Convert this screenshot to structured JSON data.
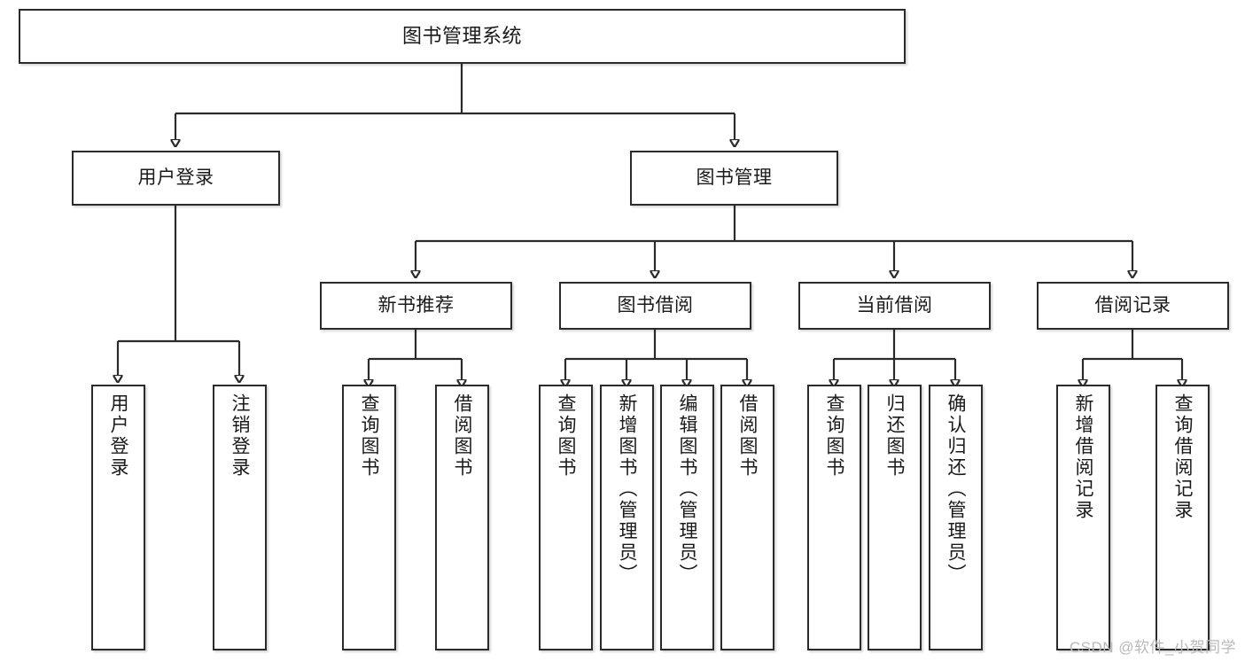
{
  "diagram": {
    "kind": "tree-hierarchy-diagram",
    "title_text": "图书管理系统",
    "colors": {
      "box_border": "#2b2b2b",
      "box_fill": "#ffffff",
      "connector": "#2b2b2b",
      "text": "#1a1a1a",
      "watermark": "#b9b9b9",
      "background": "#ffffff"
    },
    "levels": {
      "root": {
        "label": "图书管理系统"
      },
      "level2": [
        {
          "label": "用户登录"
        },
        {
          "label": "图书管理"
        }
      ],
      "level3": [
        {
          "label": "新书推荐"
        },
        {
          "label": "图书借阅"
        },
        {
          "label": "当前借阅"
        },
        {
          "label": "借阅记录"
        }
      ],
      "leaves": {
        "user_login": [
          {
            "label": "用户登录"
          },
          {
            "label": "注销登录"
          }
        ],
        "new_book_recommend": [
          {
            "label": "查询图书"
          },
          {
            "label": "借阅图书"
          }
        ],
        "book_borrow": [
          {
            "label": "查询图书"
          },
          {
            "label": "新增图书（管理员）"
          },
          {
            "label": "编辑图书（管理员）"
          },
          {
            "label": "借阅图书"
          }
        ],
        "current_borrow": [
          {
            "label": "查询图书"
          },
          {
            "label": "归还图书"
          },
          {
            "label": "确认归还（管理员）"
          }
        ],
        "borrow_record": [
          {
            "label": "新增借阅记录"
          },
          {
            "label": "查询借阅记录"
          }
        ]
      }
    },
    "watermark": "CSDN @软件_小贺同学"
  }
}
